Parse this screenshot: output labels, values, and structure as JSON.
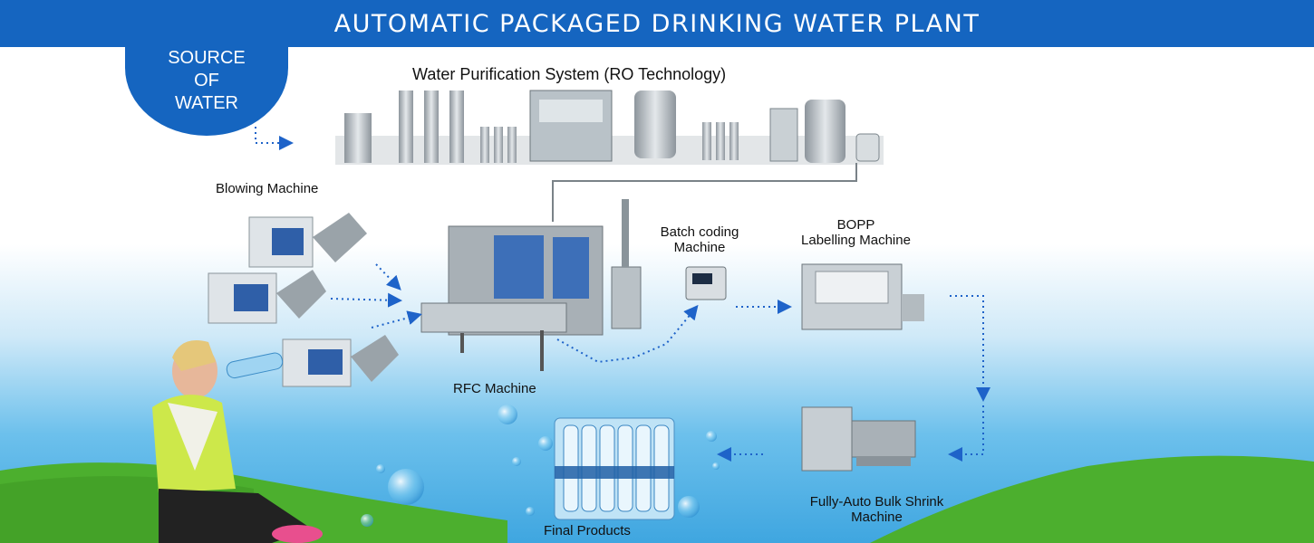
{
  "banner": {
    "title": "AUTOMATIC PACKAGED DRINKING WATER PLANT"
  },
  "source": {
    "line1": "SOURCE",
    "line2": "OF",
    "line3": "WATER"
  },
  "labels": {
    "purification": "Water Purification System (RO Technology)",
    "blowing": "Blowing Machine",
    "batch_line1": "Batch coding",
    "batch_line2": "Machine",
    "bopp_line1": "BOPP",
    "bopp_line2": "Labelling Machine",
    "rfc": "RFC Machine",
    "shrink_line1": "Fully-Auto Bulk Shrink",
    "shrink_line2": "Machine",
    "final": "Final Products"
  },
  "colors": {
    "banner": "#1565c0",
    "arrow": "#1e63c9",
    "sky_top": "#ffffff",
    "water": "#3fa6e0",
    "grass": "#4caf2e"
  }
}
